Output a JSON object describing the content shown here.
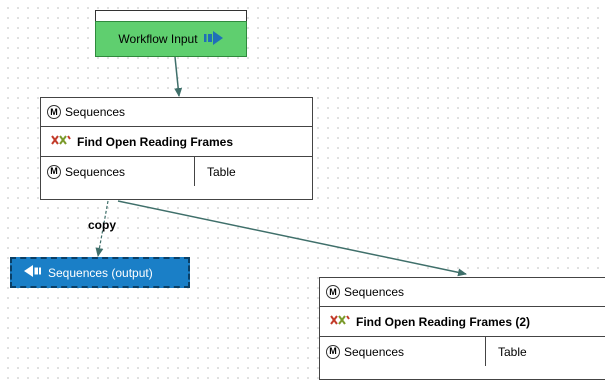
{
  "canvas": {
    "workflow_input": {
      "label": "Workflow Input"
    },
    "tool1": {
      "input_label": "Sequences",
      "title": "Find Open Reading Frames",
      "outputs": [
        "Sequences",
        "Table"
      ]
    },
    "tool2": {
      "input_label": "Sequences",
      "title": "Find Open Reading Frames (2)",
      "outputs": [
        "Sequences",
        "Table"
      ]
    },
    "output_element": {
      "label": "Sequences (output)"
    },
    "connection_label": "copy",
    "port_badge": "M",
    "colors": {
      "input_fill": "#5fcf6f",
      "output_fill": "#1a7fc7",
      "connector": "#3f6f6a"
    }
  }
}
